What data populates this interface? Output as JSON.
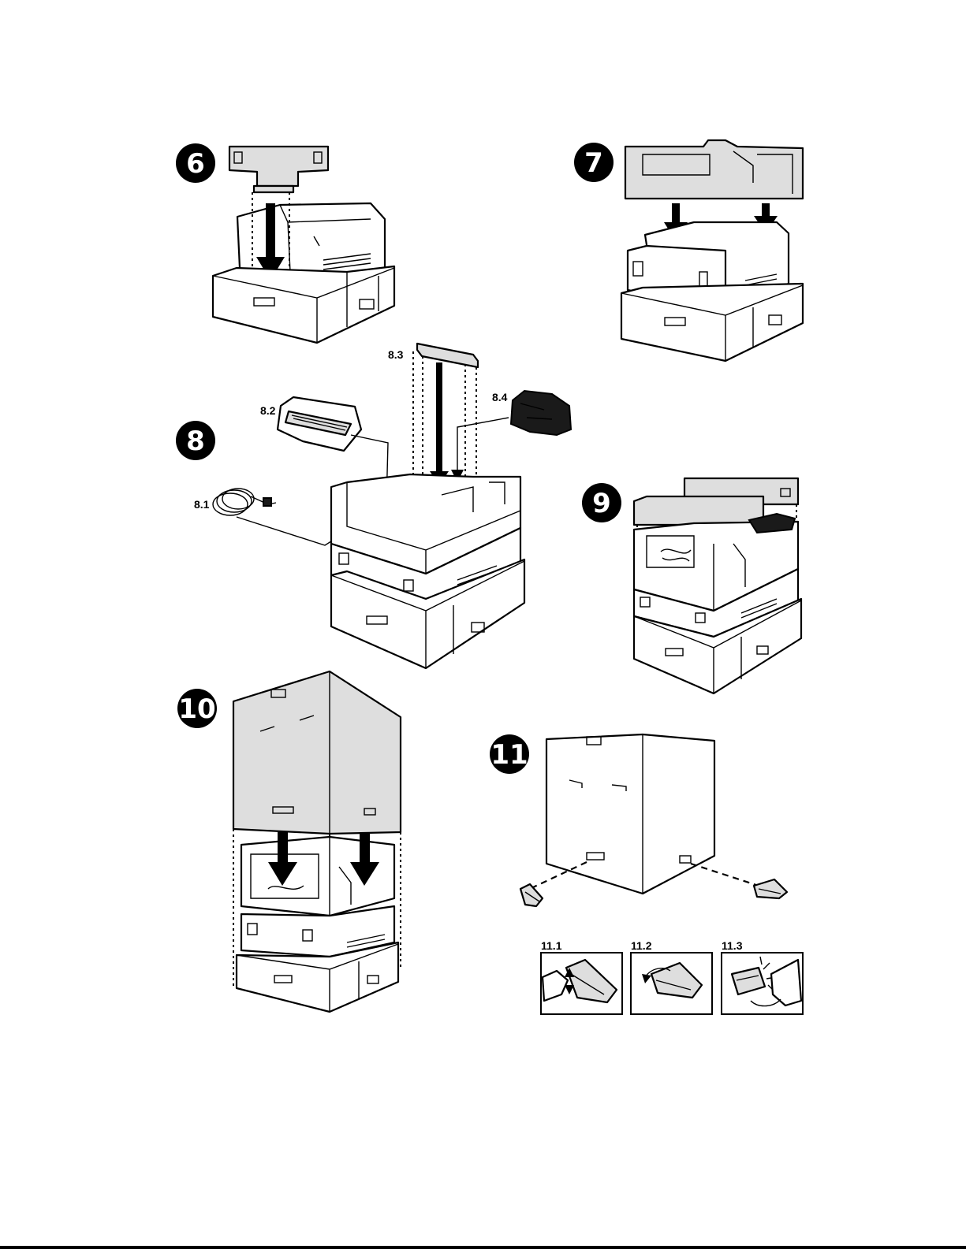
{
  "steps": [
    {
      "number": "6"
    },
    {
      "number": "7"
    },
    {
      "number": "8",
      "parts": [
        "8.1",
        "8.2",
        "8.3",
        "8.4"
      ]
    },
    {
      "number": "9"
    },
    {
      "number": "10"
    },
    {
      "number": "11",
      "parts": [
        "11.1",
        "11.2",
        "11.3"
      ]
    }
  ]
}
